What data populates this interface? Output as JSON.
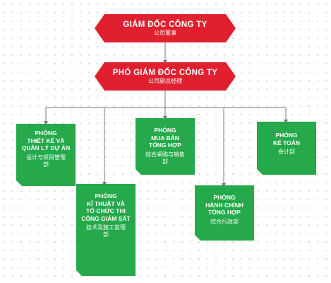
{
  "colors": {
    "banner_red": "#e0202f",
    "box_green": "#25a94a",
    "connector": "#7a7a7a"
  },
  "director": {
    "title": "GIÁM ĐỐC CÔNG TY",
    "subtitle": "公司董事"
  },
  "deputy": {
    "title": "PHÓ GIÁM ĐỐC CÔNG TY",
    "subtitle": "公司副总经理"
  },
  "departments": [
    {
      "title": "PHÒNG\nTHIẾT KẾ VÀ\nQUẢN LÝ DỰ ÁN",
      "subtitle": "设计与项目管理\n部"
    },
    {
      "title": "PHÒNG\nKĨ THUẬT VÀ\nTỔ CHỨC THI\nCÔNG GIÁM SÁT",
      "subtitle": "技术及施工监理\n部"
    },
    {
      "title": "PHÒNG\nMUA BÁN\nTỔNG HỢP",
      "subtitle": "综合采购与销售\n部"
    },
    {
      "title": "PHÒNG\nHÀNH CHÍNH\nTỔNG HỢP",
      "subtitle": "综合行政部"
    },
    {
      "title": "PHÒNG\nKẾ TOÁN",
      "subtitle": "会计部"
    }
  ]
}
